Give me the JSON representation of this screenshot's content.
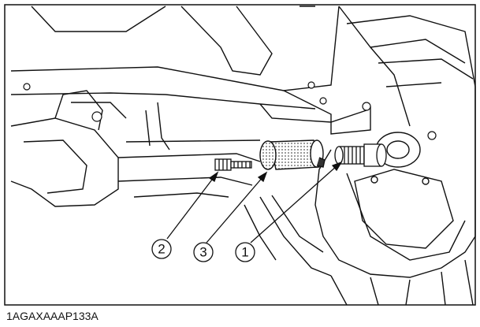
{
  "figure": {
    "image_code": "1AGAXAAAP133A",
    "callouts": [
      {
        "label": "2",
        "part": "bolt"
      },
      {
        "label": "3",
        "part": "cylindrical-cover"
      },
      {
        "label": "1",
        "part": "shaft-coupling"
      }
    ]
  }
}
